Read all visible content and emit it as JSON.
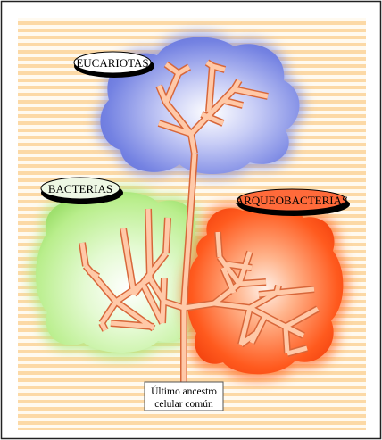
{
  "labels": {
    "eukarya": "EUCARIOTAS",
    "bacteria": "BACTERIAS",
    "archaea": "ARQUEOBACTERIAS",
    "root_line1": "Último ancestro",
    "root_line2": "celular común"
  },
  "colors": {
    "stripe": "#fcd9a6",
    "background": "#fffaf0",
    "eukarya": "#6f7de0",
    "bacteria": "#b8ef8a",
    "archaea": "#ff5a1e",
    "branch_fill": "#ffc9a8",
    "branch_edge": "#d8673a"
  }
}
